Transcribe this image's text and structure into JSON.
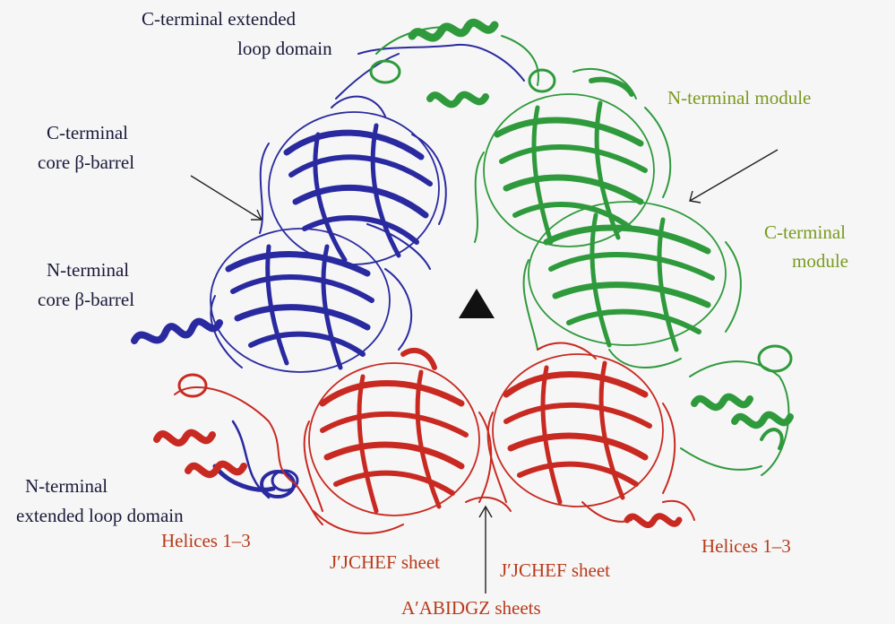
{
  "labels": {
    "c_ext_loop_1": "C-terminal extended",
    "c_ext_loop_2": "loop domain",
    "n_module": "N-terminal module",
    "c_core_1": "C-terminal",
    "c_core_2": "core β-barrel",
    "c_module_1": "C-terminal",
    "c_module_2": "module",
    "n_core_1": "N-terminal",
    "n_core_2": "core β-barrel",
    "n_ext_loop_1": "N-terminal",
    "n_ext_loop_2": "extended loop domain",
    "helices_left": "Helices 1–3",
    "helices_right": "Helices 1–3",
    "sheet_left": "J′JCHEF sheet",
    "sheet_right": "J′JCHEF sheet",
    "sheets_bottom": "A′ABIDGZ sheets"
  },
  "colors": {
    "blue_subunit": "#2a2aa0",
    "green_subunit": "#2f9a3c",
    "red_subunit": "#c82a22",
    "label_dark": "#1a1a3a",
    "label_green": "#7a9a20",
    "label_red": "#b83a1a",
    "axis_marker": "#111111"
  },
  "icons": {
    "center": "threefold-axis-triangle-icon"
  }
}
